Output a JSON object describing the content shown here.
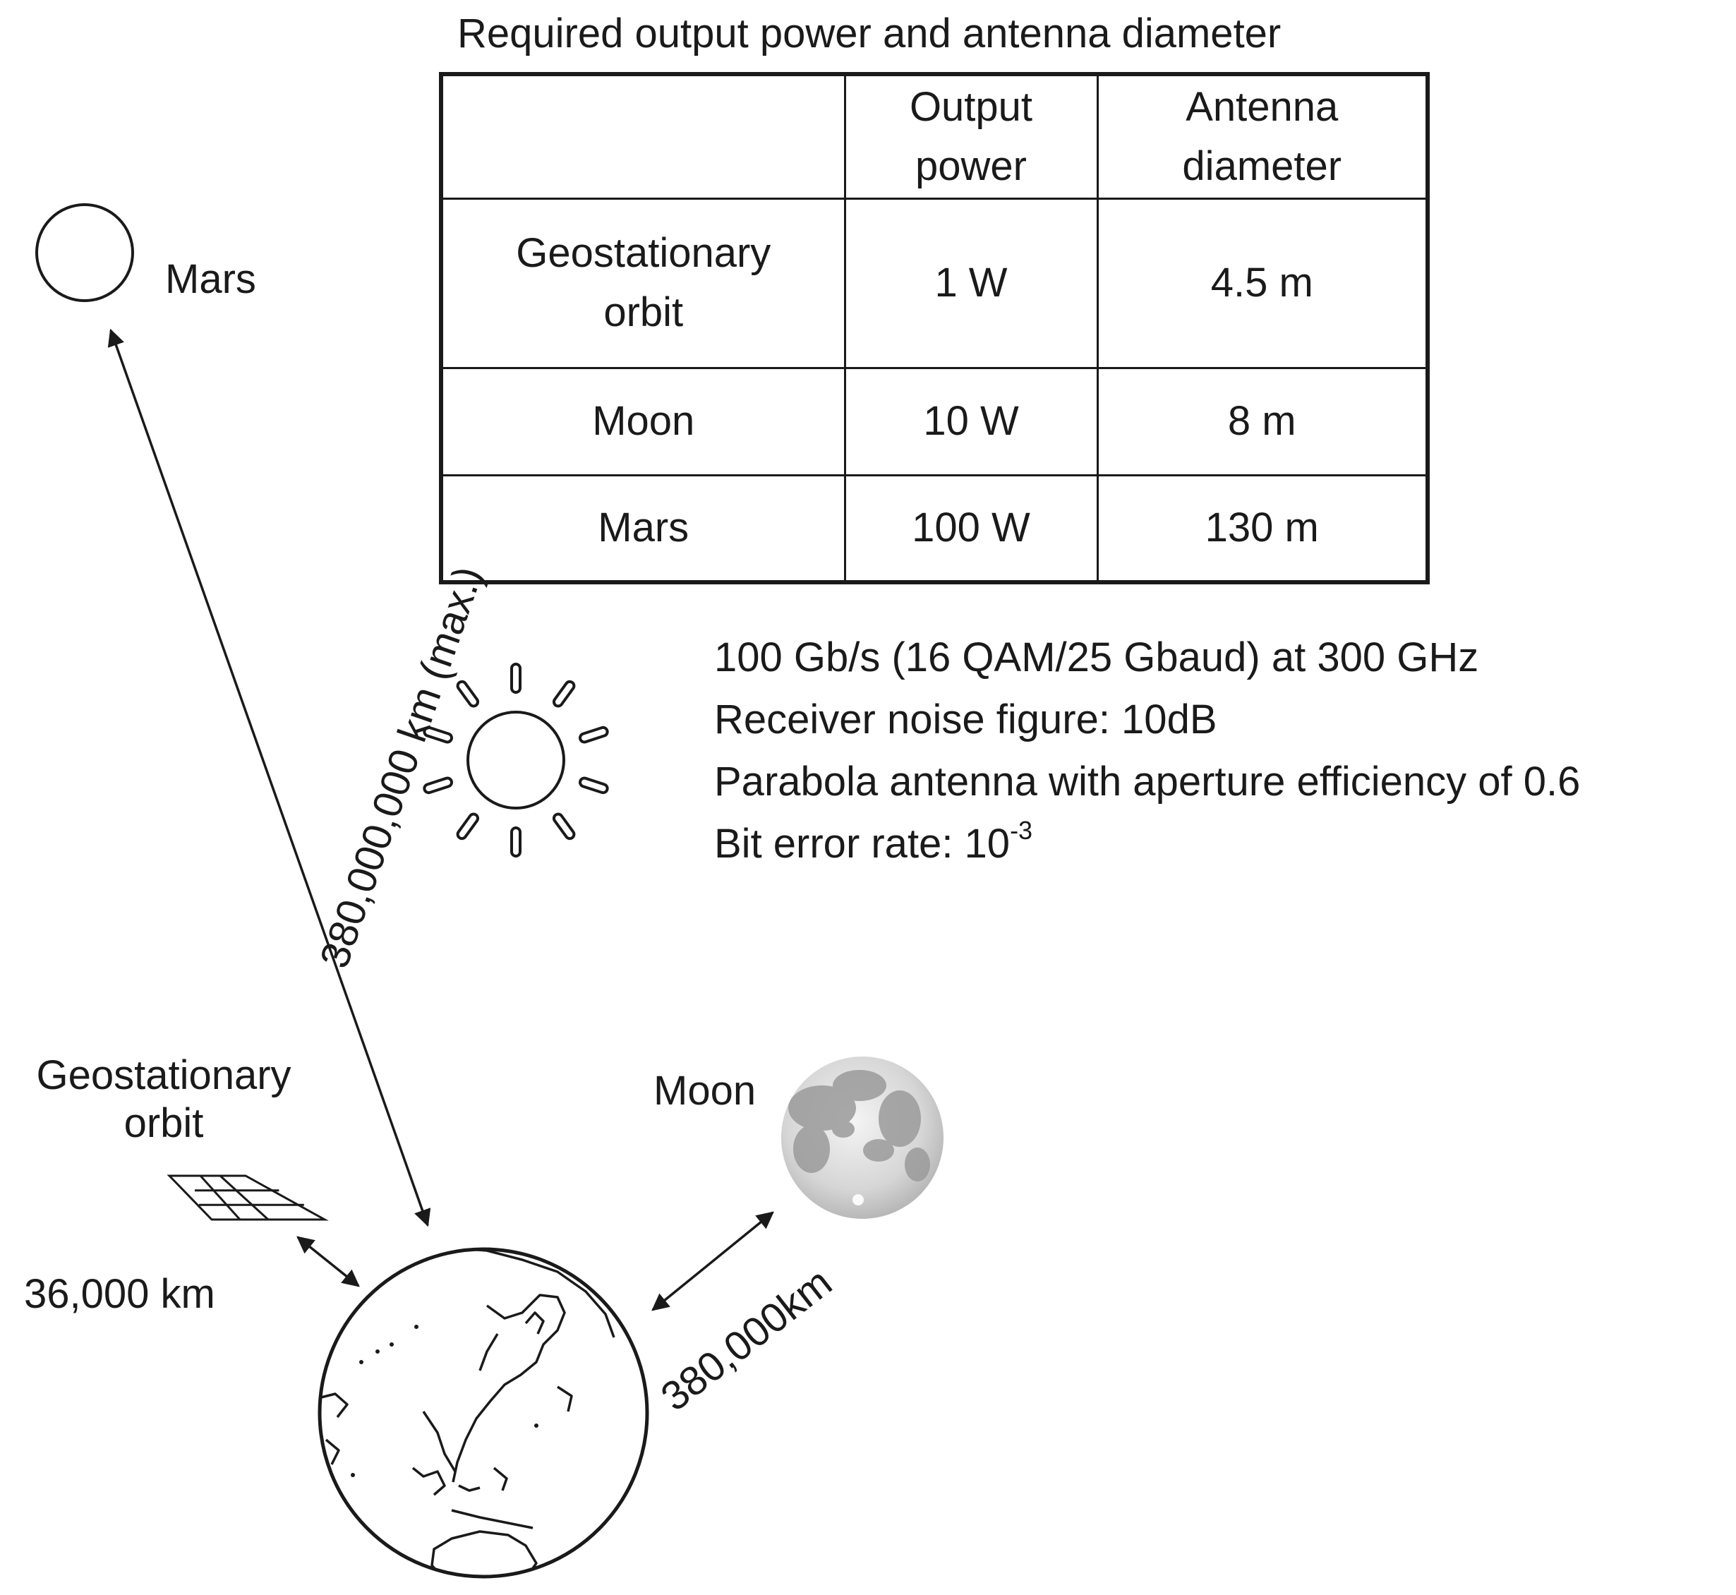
{
  "table": {
    "title": "Required output power and antenna diameter",
    "headers": [
      "",
      "Output power",
      "Antenna diameter"
    ],
    "rows": [
      {
        "name": "Geostationary orbit",
        "power": "1 W",
        "diameter": "4.5 m"
      },
      {
        "name": "Moon",
        "power": "10 W",
        "diameter": "8 m"
      },
      {
        "name": "Mars",
        "power": "100 W",
        "diameter": "130 m"
      }
    ]
  },
  "specs": {
    "line1": "100 Gb/s (16 QAM/25 Gbaud) at 300 GHz",
    "line2": "Receiver noise figure: 10dB",
    "line3": "Parabola antenna with aperture efficiency of 0.6",
    "line4_prefix": "Bit error rate: 10",
    "line4_exponent": "-3"
  },
  "labels": {
    "mars": "Mars",
    "moon": "Moon",
    "geo": "Geostationary orbit",
    "dist_mars": "380,000,000 km (max.)",
    "dist_moon": "380,000km",
    "dist_geo": "36,000 km"
  },
  "icons": {
    "mars": "planet-circle-icon",
    "sun": "sun-icon",
    "moon": "moon-icon",
    "earth": "earth-globe-icon",
    "satellite": "solar-panel-satellite-icon"
  }
}
